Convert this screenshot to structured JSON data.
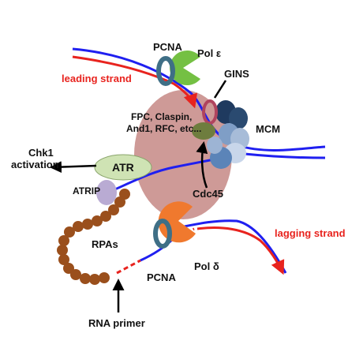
{
  "labels": {
    "pcna_top": "PCNA",
    "pol_epsilon": "Pol ε",
    "gins": "GINS",
    "leading_strand": "leading strand",
    "factors": [
      "FPC, Claspin,",
      "And1, RFC, etc..."
    ],
    "mcm": "MCM",
    "chk1": [
      "Chk1",
      "activation"
    ],
    "atr": "ATR",
    "atrip": "ATRIP",
    "cdc45": "Cdc45",
    "rpas": "RPAs",
    "lagging_strand": "lagging strand",
    "pcna_bottom": "PCNA",
    "pol_delta": "Pol δ",
    "rna_primer": "RNA primer"
  },
  "colors": {
    "dna_strand": "#1f1ff0",
    "new_strand": "#e8231e",
    "central_complex": "#c98f8c",
    "pol_epsilon": "#74c043",
    "pol_delta": "#f0792e",
    "pcna": "#3f6f86",
    "gins": "#b0445e",
    "mcm_dark": "#1f3a5f",
    "mcm_light": "#c8d6ea",
    "cdc45": "#6e7d3e",
    "atr": "#cfe3b4",
    "atrip": "#b9abd3",
    "rpa": "#9a4f1c"
  }
}
